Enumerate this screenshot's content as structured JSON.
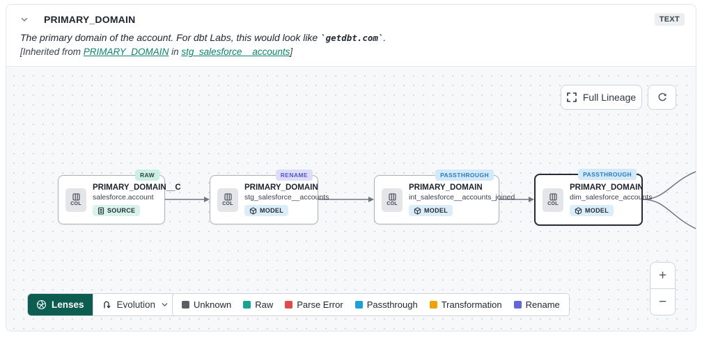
{
  "header": {
    "title": "PRIMARY_DOMAIN",
    "type_badge": "TEXT",
    "description_prefix": "The primary domain of the account. For dbt Labs, this would look like ",
    "description_code": "`getdbt.com`",
    "description_suffix": ".",
    "inherited_prefix": "[Inherited from ",
    "inherited_link_column": "PRIMARY_DOMAIN",
    "inherited_middle": " in ",
    "inherited_link_model": "stg_salesforce__accounts",
    "inherited_suffix": "]"
  },
  "canvas": {
    "full_lineage_label": "Full Lineage",
    "nodes": [
      {
        "tag": "RAW",
        "chip": "COL",
        "title": "PRIMARY_DOMAIN__C",
        "subtitle": "salesforce.account",
        "badge": "SOURCE",
        "selected": false
      },
      {
        "tag": "RENAME",
        "chip": "COL",
        "title": "PRIMARY_DOMAIN",
        "subtitle": "stg_salesforce__accounts",
        "badge": "MODEL",
        "selected": false
      },
      {
        "tag": "PASSTHROUGH",
        "chip": "COL",
        "title": "PRIMARY_DOMAIN",
        "subtitle": "int_salesforce__accounts_joined",
        "badge": "MODEL",
        "selected": false
      },
      {
        "tag": "PASSTHROUGH",
        "chip": "COL",
        "title": "PRIMARY_DOMAIN",
        "subtitle": "dim_salesforce_accounts",
        "badge": "MODEL",
        "selected": true
      }
    ]
  },
  "footer": {
    "lenses_label": "Lenses",
    "lens_selected": "Evolution",
    "legend": [
      {
        "label": "Unknown",
        "color": "#5a5f66"
      },
      {
        "label": "Raw",
        "color": "#16a394"
      },
      {
        "label": "Parse Error",
        "color": "#e04b4b"
      },
      {
        "label": "Passthrough",
        "color": "#1d9fd8"
      },
      {
        "label": "Transformation",
        "color": "#f0a202"
      },
      {
        "label": "Rename",
        "color": "#6467d6"
      }
    ],
    "zoom_in": "+",
    "zoom_out": "−"
  },
  "icons": {
    "chevron_down": "collapse caret",
    "fullscreen": "full lineage expand brackets",
    "refresh": "circular refresh arrow",
    "columns": "COL column chip glyph",
    "source": "source table icon",
    "model": "model cube icon",
    "lenses": "aperture lens icon",
    "evolution": "u-turn arrows icon"
  },
  "colors": {
    "accent_teal": "#0c8271",
    "lenses_bg": "#0d5c50",
    "tag_raw_bg": "#c9f0e0",
    "tag_rename_bg": "#dddcfa",
    "tag_passthrough_bg": "#d3e8f9",
    "edge": "#6f7580",
    "canvas_bg": "#f7f8f9"
  }
}
